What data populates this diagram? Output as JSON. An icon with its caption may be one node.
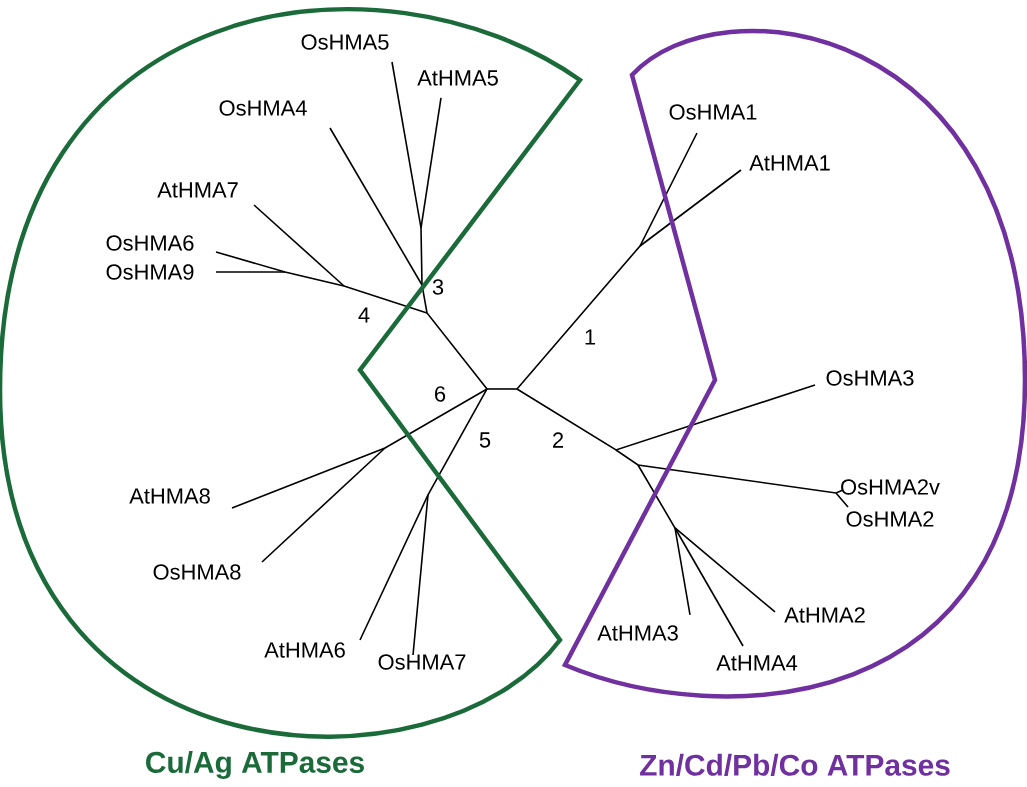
{
  "diagram": {
    "nodes": [
      {
        "text": [
          "Cu/Ag ATPases"
        ]
      },
      {
        "text": [
          "Zn/Cd/Pb/Co ATPases"
        ]
      }
    ],
    "labels": [
      "OsHMA5",
      "AtHMA5",
      "OsHMA4",
      "OsHMA1",
      "AtHMA1",
      "AtHMA7",
      "OsHMA6",
      "OsHMA9",
      "3",
      "4",
      "1",
      "OsHMA3",
      "6",
      "5",
      "2",
      "OsHMA2v",
      "AtHMA8",
      "OsHMA2",
      "OsHMA8",
      "AtHMA2",
      "AtHMA3",
      "AtHMA6",
      "OsHMA7",
      "AtHMA4"
    ]
  }
}
